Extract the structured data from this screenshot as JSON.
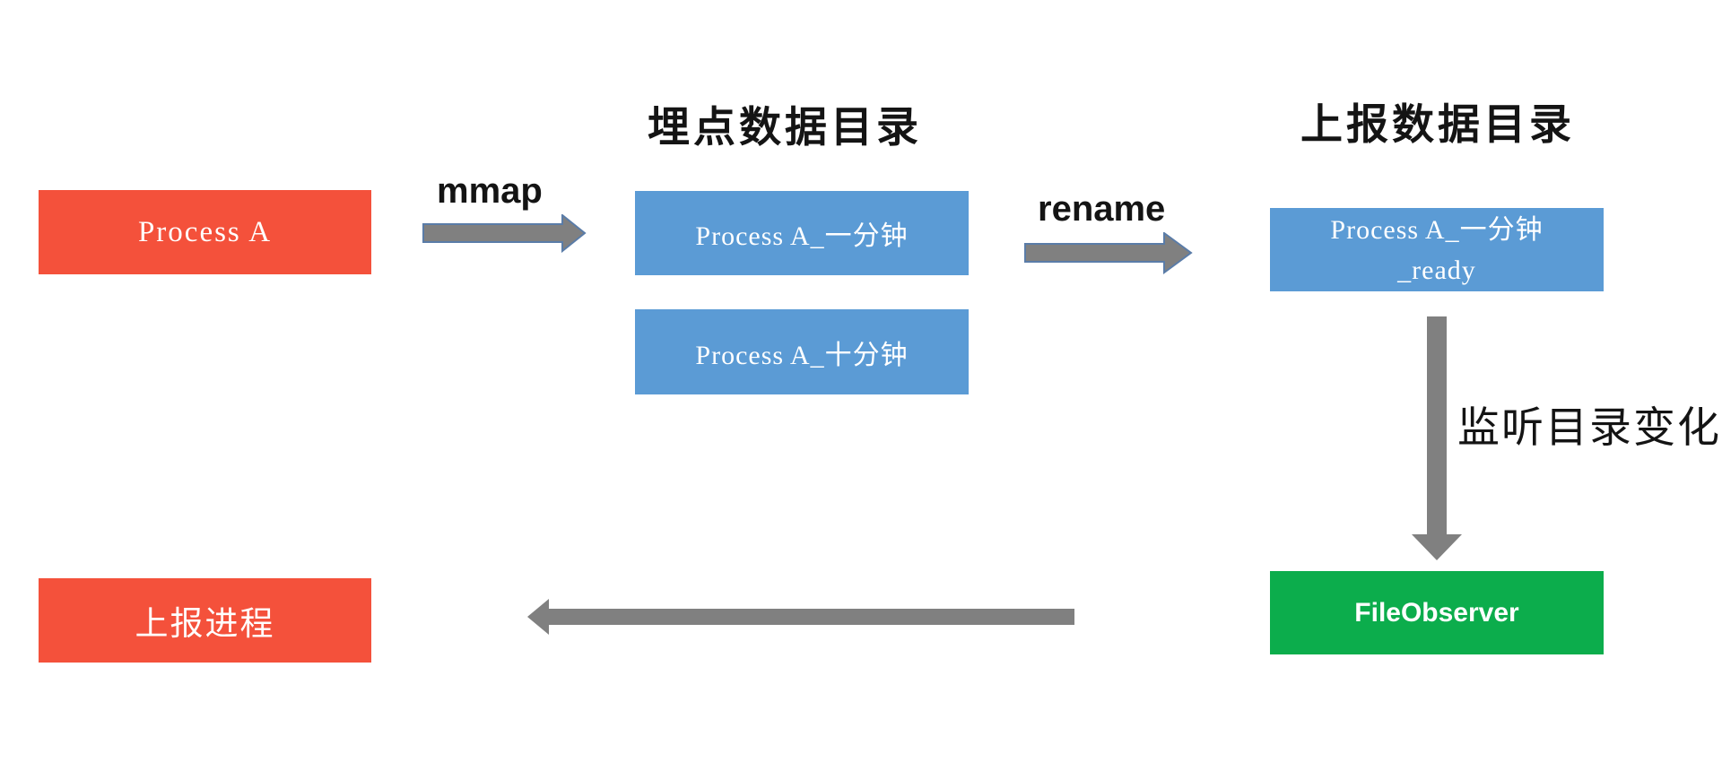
{
  "diagram": {
    "headings": {
      "buried_dir": "埋点数据目录",
      "report_dir": "上报数据目录"
    },
    "nodes": {
      "process_a": {
        "label": "Process A",
        "color": "#F4513B"
      },
      "one_min": {
        "label": "Process A_一分钟",
        "color": "#5B9BD5"
      },
      "ten_min": {
        "label": "Process A_十分钟",
        "color": "#5B9BD5"
      },
      "ready_line1": "Process A_一分钟",
      "ready_line2": "_ready",
      "ready_color": "#5B9BD5",
      "file_observer": {
        "label": "FileObserver",
        "color": "#0CAD4C"
      },
      "report_process": {
        "label": "上报进程",
        "color": "#F4513B"
      }
    },
    "edges": {
      "mmap_label": "mmap",
      "rename_label": "rename",
      "watch_label": "监听目录变化"
    },
    "colors": {
      "arrow_fill": "#808080",
      "arrow_stroke": "#5A7CA8",
      "text": "#141414",
      "node_text": "#FFFFFF"
    }
  }
}
